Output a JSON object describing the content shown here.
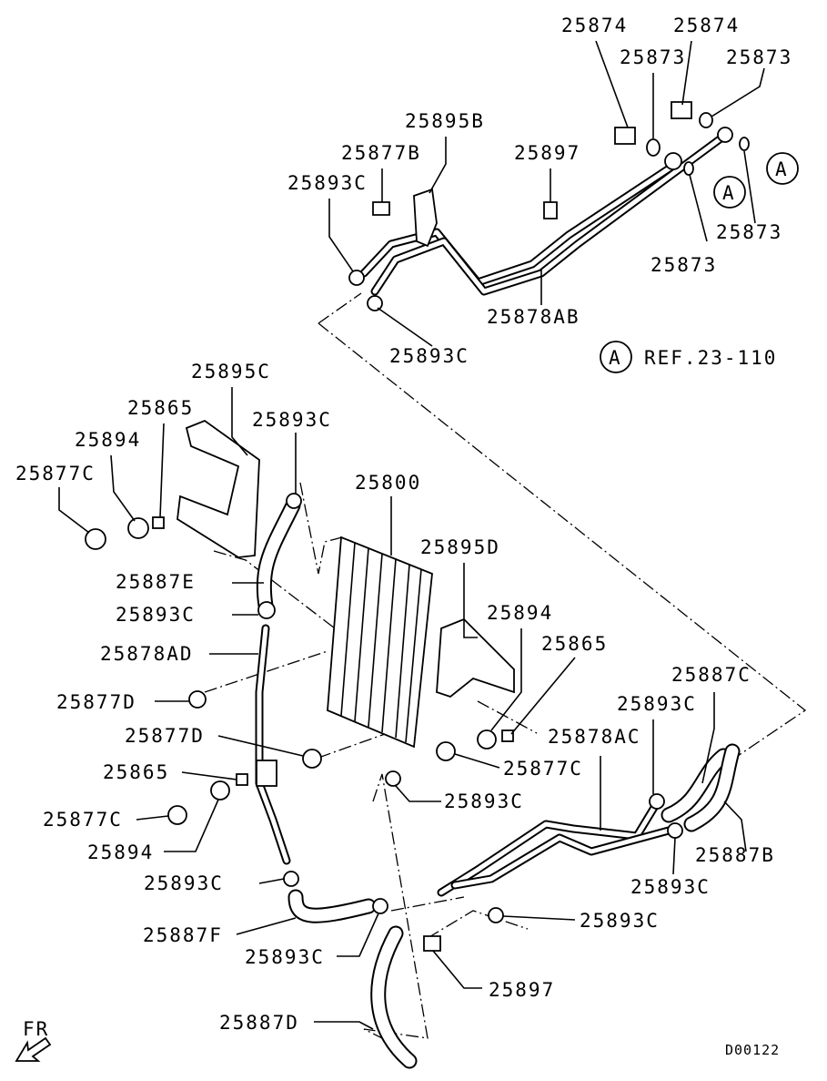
{
  "diagram_id": "D00122",
  "direction_marker": "FR",
  "reference": {
    "callout": "A",
    "text": "REF.23-110"
  },
  "callouts": [
    "A",
    "A"
  ],
  "labels": [
    "25874",
    "25874",
    "25873",
    "25873",
    "25895B",
    "25877B",
    "25897",
    "25893C",
    "25873",
    "25873",
    "25878AB",
    "25893C",
    "25895C",
    "25865",
    "25893C",
    "25894",
    "25877C",
    "25800",
    "25895D",
    "25887E",
    "25893C",
    "25894",
    "25865",
    "25878AD",
    "25887C",
    "25877D",
    "25893C",
    "25877D",
    "25878AC",
    "25877C",
    "25865",
    "25893C",
    "25877C",
    "25887B",
    "25894",
    "25893C",
    "25893C",
    "25893C",
    "25887F",
    "25893C",
    "25897",
    "25887D"
  ]
}
